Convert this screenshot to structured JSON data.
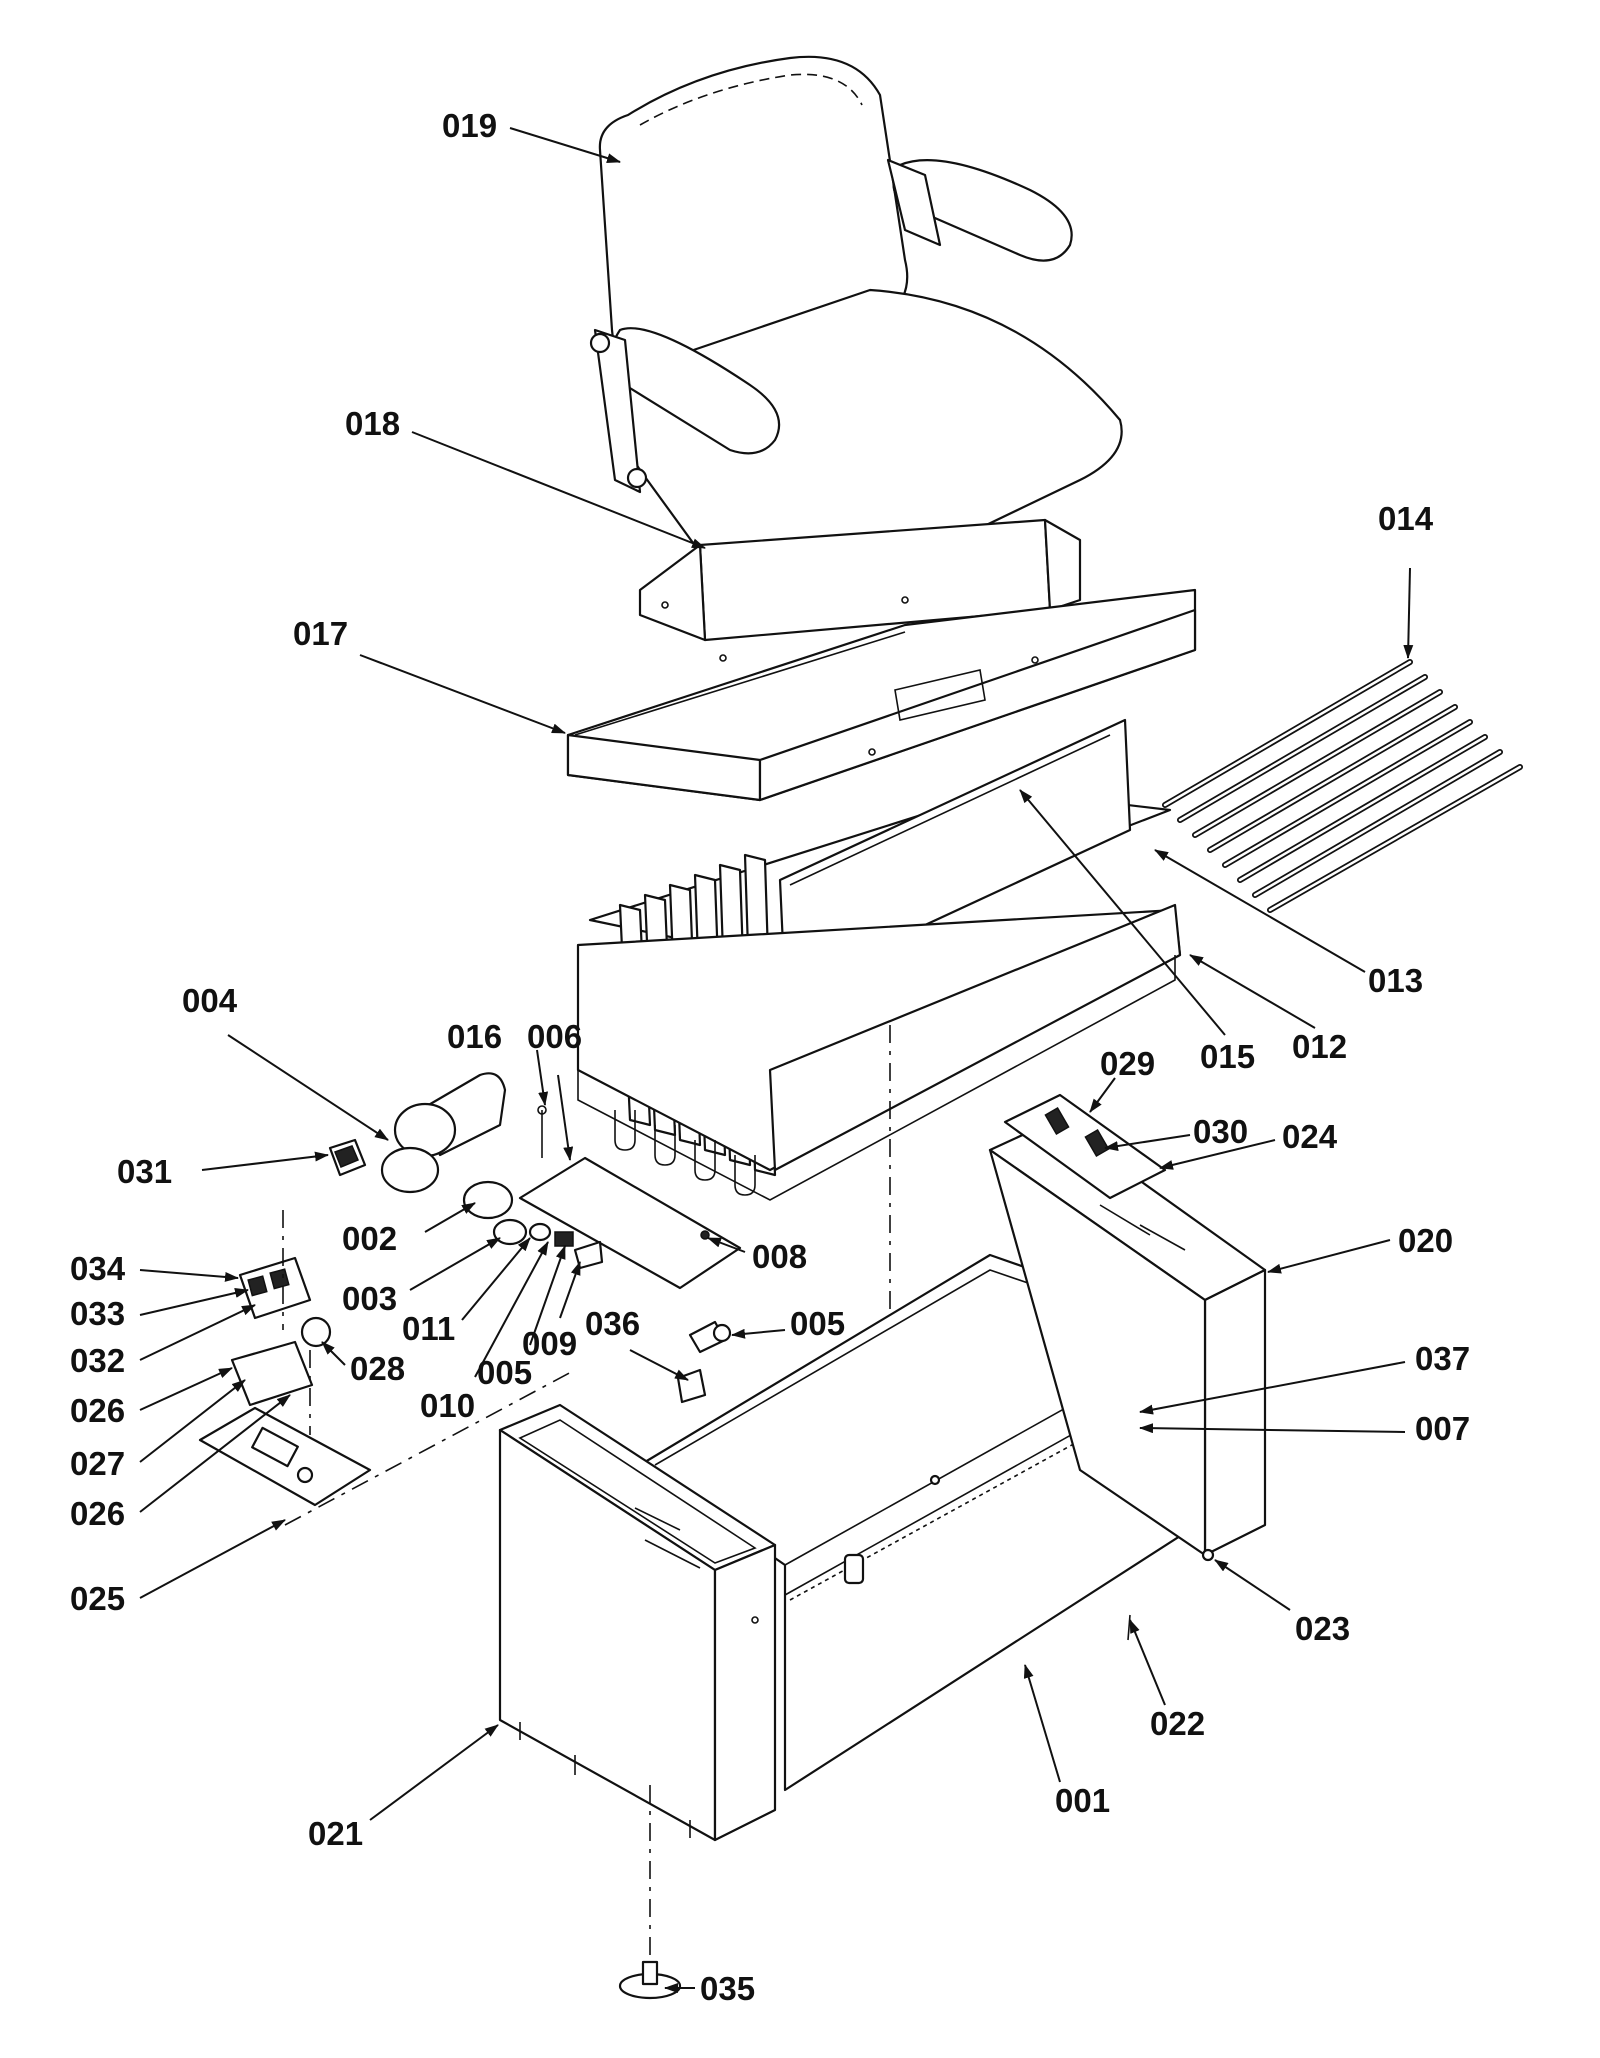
{
  "labels": {
    "p001": "001",
    "p002": "002",
    "p003": "003",
    "p004": "004",
    "p005a": "005",
    "p005b": "005",
    "p006": "006",
    "p007": "007",
    "p008": "008",
    "p009": "009",
    "p010": "010",
    "p011": "011",
    "p012": "012",
    "p013": "013",
    "p014": "014",
    "p015": "015",
    "p016": "016",
    "p017": "017",
    "p018": "018",
    "p019": "019",
    "p020": "020",
    "p021": "021",
    "p022": "022",
    "p023": "023",
    "p024": "024",
    "p025": "025",
    "p026a": "026",
    "p026b": "026",
    "p027": "027",
    "p028": "028",
    "p029": "029",
    "p030": "030",
    "p031": "031",
    "p032": "032",
    "p033": "033",
    "p034": "034",
    "p035": "035",
    "p036": "036",
    "p037": "037"
  }
}
